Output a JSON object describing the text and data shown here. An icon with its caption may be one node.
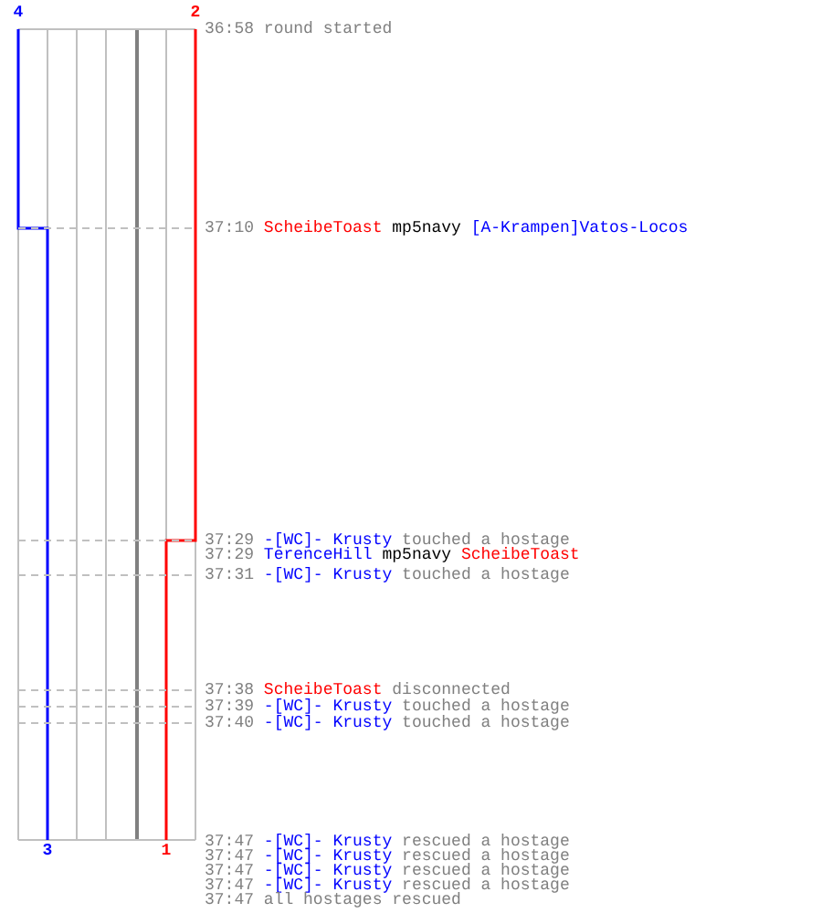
{
  "diagram": {
    "labels": [
      "4",
      "2",
      "36:58",
      "round started",
      "37:10",
      "ScheibeToast",
      "mp5navy",
      "[A-Krampen]Vatos-Locos",
      "37:29",
      "-[WC]- Krusty",
      "touched a hostage",
      "37:29",
      "TerenceHill",
      "mp5navy",
      "ScheibeToast",
      "37:31",
      "-[WC]- Krusty",
      "touched a hostage",
      "37:38",
      "ScheibeToast",
      "disconnected",
      "37:39",
      "-[WC]- Krusty",
      "touched a hostage",
      "37:40",
      "-[WC]- Krusty",
      "touched a hostage",
      "37:47",
      "-[WC]- Krusty",
      "rescued a hostage",
      "37:47",
      "-[WC]- Krusty",
      "rescued a hostage",
      "37:47",
      "-[WC]- Krusty",
      "rescued a hostage",
      "37:47",
      "-[WC]- Krusty",
      "rescued a hostage",
      "37:47",
      "all hostages rescued",
      "3",
      "1"
    ]
  }
}
